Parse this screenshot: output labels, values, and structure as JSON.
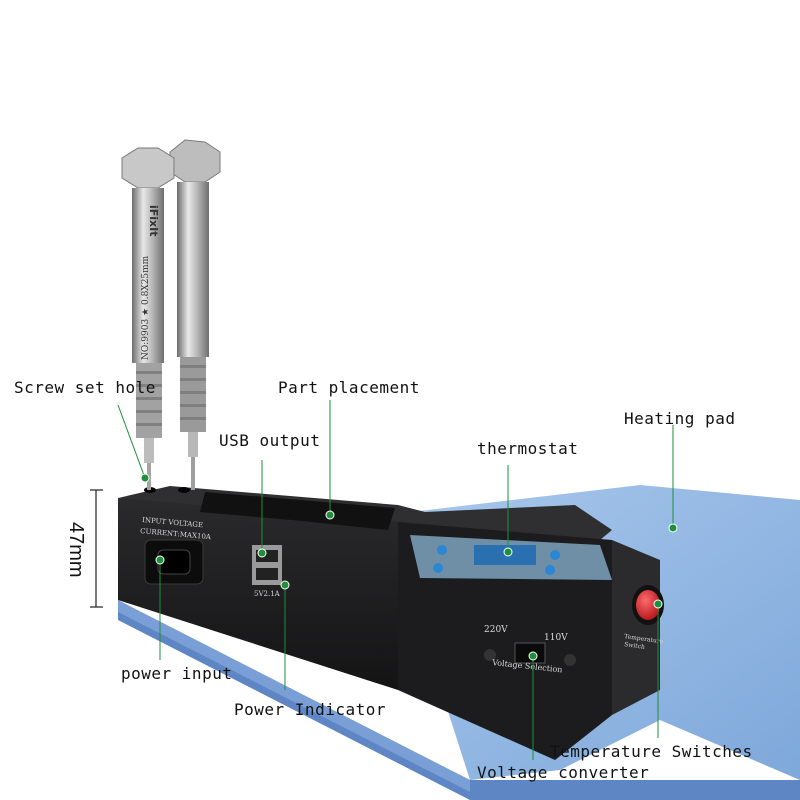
{
  "labels": {
    "screw_set_hole": "Screw set hole",
    "part_placement": "Part placement",
    "usb_output": "USB output",
    "heating_pad": "Heating pad",
    "thermostat": "thermostat",
    "dimension": "47mm",
    "power_input": "power input",
    "power_indicator": "Power Indicator",
    "temperature_switches": "Temperature Switches",
    "voltage_converter": "Voltage converter"
  },
  "device": {
    "input_voltage": "INPUT VOLTAGE",
    "current": "CURRENT:MAX10A",
    "usb_rating": "5V2.1A",
    "v220": "220V",
    "v110": "110V",
    "voltage_selection": "Voltage Selection",
    "temperature_switch_1": "Temperature",
    "temperature_switch_2": "Switch"
  },
  "screwdriver": {
    "brand": "iFixIt",
    "model": "NO:9903 ★ 0.8X25mm"
  },
  "colors": {
    "pad_blue": "#8fb6e0",
    "pad_edge": "#5f86c4",
    "device_black": "#1c1c1e",
    "marker_green": "#1f8f3a",
    "switch_red": "#d8242a"
  }
}
